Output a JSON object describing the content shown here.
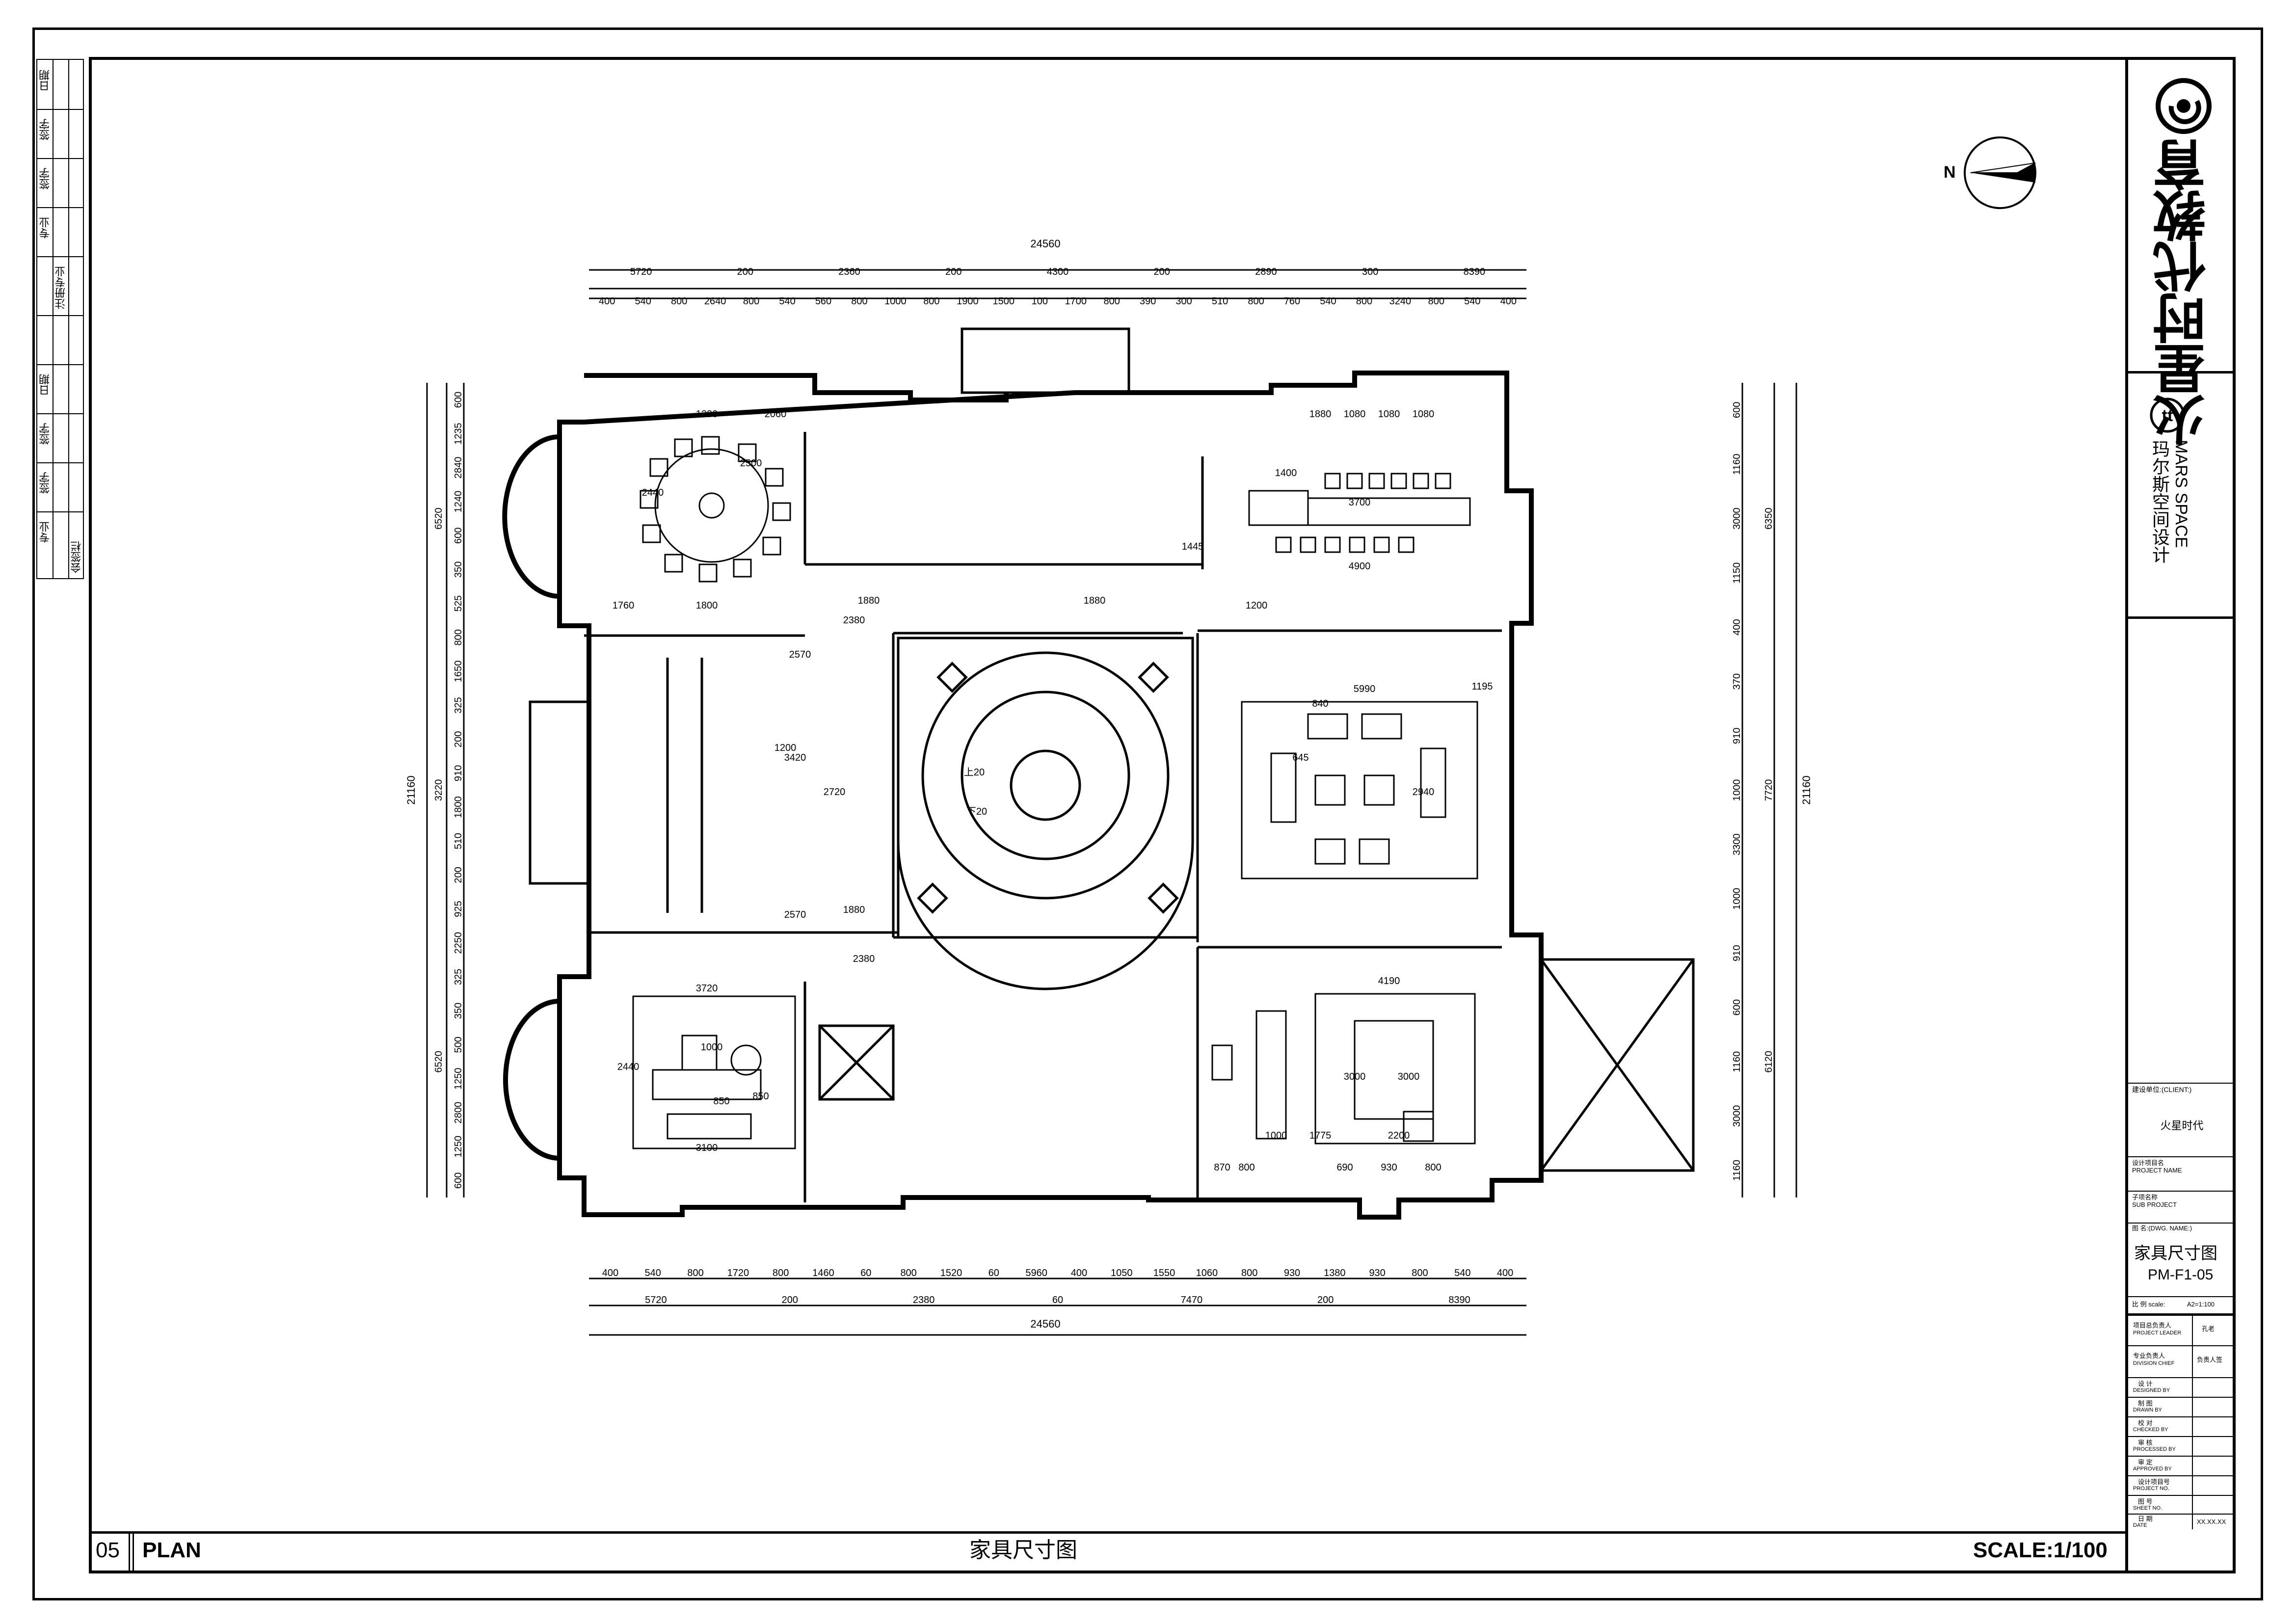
{
  "drawing": {
    "number": "05",
    "type": "PLAN",
    "title": "家具尺寸图",
    "scale_label": "SCALE:1/100",
    "north_label": "N"
  },
  "titleblock": {
    "company_logo_text": "火星时代教育",
    "design_brand_cn": "玛尔斯空间设计",
    "design_brand_en": "MARS SPACE",
    "client_label_cn": "建设单位:(CLIENT:)",
    "client_value": "火星时代",
    "project_name_label_cn": "设计项目名",
    "project_name_label_en": "PROJECT NAME",
    "sub_project_label_cn": "子项名称",
    "sub_project_label_en": "SUB PROJECT",
    "drawing_name_label": "图 名:(DWG. NAME:)",
    "drawing_name_value": "家具尺寸图",
    "drawing_code": "PM-F1-05",
    "scale_label_cn": "比 例 scale:",
    "scale_value": "A2=1:100",
    "project_leader_label_cn": "项目总负责人",
    "project_leader_label_en": "PROJECT LEADER",
    "project_leader_value": "孔老",
    "division_chief_label_cn": "专业负责人",
    "division_chief_label_en": "DIVISION CHIEF",
    "division_chief_value": "负责人签",
    "designed_by_cn": "设 计",
    "designed_by_en": "DESIGNED BY",
    "drawn_by_cn": "制 图",
    "drawn_by_en": "DRAWN BY",
    "checked_by_cn": "校 对",
    "checked_by_en": "CHECKED BY",
    "processed_by_cn": "审 核",
    "processed_by_en": "PROCESSED BY",
    "approved_by_cn": "审 定",
    "approved_by_en": "APPROVED BY",
    "project_no_cn": "设计项目号",
    "project_no_en": "PROJECT NO.",
    "sheet_no_cn": "图 号",
    "sheet_no_en": "SHEET NO.",
    "date_cn": "日 期",
    "date_en": "DATE",
    "date_value": "XX.XX.XX"
  },
  "left_strip": {
    "cells": [
      "日期",
      "签字",
      "签字",
      "专业",
      "注册专业",
      "日期",
      "签字",
      "签字",
      "专业",
      "会签栏"
    ]
  },
  "dimensions": {
    "top_overall": "24560",
    "top_mid": [
      "5720",
      "200",
      "2360",
      "200",
      "4300",
      "200",
      "2890",
      "300",
      "8390"
    ],
    "top_detail": [
      "400",
      "540",
      "800",
      "2640",
      "800",
      "540",
      "560",
      "800",
      "1000",
      "800",
      "1900",
      "1500",
      "100",
      "1700",
      "800",
      "390",
      "300",
      "510",
      "800",
      "760",
      "540",
      "800",
      "3240",
      "800",
      "540",
      "400"
    ],
    "bottom_detail": [
      "400",
      "540",
      "800",
      "1720",
      "800",
      "1460",
      "60",
      "800",
      "1520",
      "60",
      "5960",
      "400",
      "1050",
      "1550",
      "1060",
      "800",
      "930",
      "1380",
      "930",
      "800",
      "540",
      "400"
    ],
    "bottom_mid": [
      "5720",
      "200",
      "2380",
      "60",
      "7470",
      "200",
      "8390"
    ],
    "bottom_overall": "24560",
    "left_overall": "21160",
    "left_mid": [
      "6520",
      "3220",
      "6520"
    ],
    "left_detail": [
      "600",
      "1235",
      "2840",
      "1240",
      "600",
      "350",
      "525",
      "800",
      "1650",
      "325",
      "200",
      "910",
      "1800",
      "510",
      "200",
      "925",
      "2250",
      "325",
      "350",
      "500",
      "1250",
      "2800",
      "1250",
      "600"
    ],
    "right_overall": "21160",
    "right_mid": [
      "6350",
      "7720",
      "6120"
    ],
    "right_detail": [
      "600",
      "1160",
      "3000",
      "1150",
      "400",
      "370",
      "910",
      "1000",
      "3300",
      "1000",
      "910",
      "600",
      "1160",
      "3000",
      "1160"
    ],
    "room_labels": [
      "1200",
      "2060",
      "2500",
      "2440",
      "1760",
      "1800",
      "2380",
      "1880",
      "1880",
      "2570",
      "3420",
      "1200",
      "2720",
      "2570",
      "1880",
      "2380",
      "3720",
      "3100",
      "2440",
      "1000",
      "850",
      "850",
      "1880",
      "1080",
      "1080",
      "1080",
      "3700",
      "4900",
      "1400",
      "5990",
      "840",
      "645",
      "2940",
      "4190",
      "3000",
      "3000",
      "2200",
      "1775",
      "1000",
      "870",
      "800",
      "690",
      "930",
      "800",
      "1445",
      "1200",
      "1195"
    ],
    "stair_up": "上20",
    "stair_down": "下20"
  }
}
